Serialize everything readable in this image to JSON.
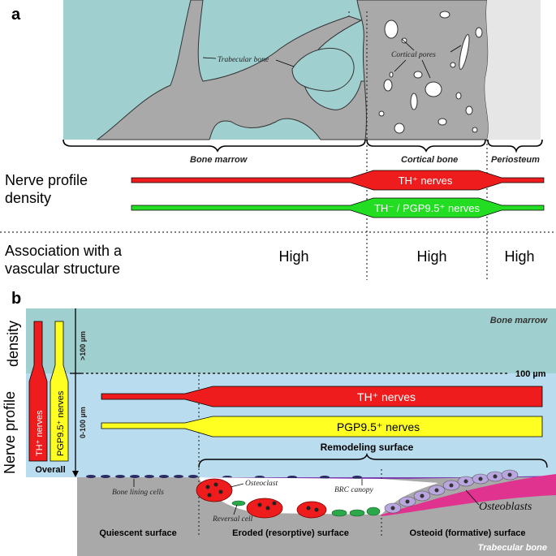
{
  "panel_a": {
    "letter": "a",
    "labels": {
      "trabecular_bone": "Trabecular bone",
      "cortical_pores": "Cortical pores",
      "bone_marrow": "Bone marrow",
      "cortical_bone": "Cortical bone",
      "periosteum": "Periosteum"
    },
    "nerve_profile_line1": "Nerve profile",
    "nerve_profile_line2": "density",
    "th_nerves": "TH⁺ nerves",
    "pgp_nerves": "TH⁻ / PGP9.5⁺ nerves",
    "association_line1": "Association with a",
    "association_line2": "vascular structure",
    "association_values": [
      "High",
      "High",
      "High"
    ],
    "colors": {
      "marrow": "#9fd0cf",
      "bone": "#a9a9a9",
      "periosteum": "#e6e6e6",
      "red": "#ee1c1c",
      "green": "#22dd22"
    }
  },
  "panel_b": {
    "letter": "b",
    "axis_label_line1": "Nerve profile",
    "axis_label_line2": "density",
    "depth_top": ">100 µm",
    "depth_bottom": "0-100 µm",
    "threshold": "100 µm",
    "overall_label": "Overall",
    "overall_th": "TH⁺ nerves",
    "overall_pgp": "PGP9.5⁺ nerves",
    "bone_marrow": "Bone marrow",
    "th_nerves": "TH⁺ nerves",
    "pgp_nerves": "PGP9.5⁺ nerves",
    "remodeling_surface": "Remodeling  surface",
    "bone_lining_cells": "Bone lining cells",
    "osteoclast": "Osteoclast",
    "reversal_cell": "Reversal cell",
    "brc_canopy": "BRC canopy",
    "osteoblasts": "Osteoblasts",
    "quiescent_surface": "Quiescent surface",
    "eroded_surface": "Eroded (resorptive) surface",
    "osteoid_surface": "Osteoid (formative) surface",
    "trabecular_bone": "Trabecular bone",
    "colors": {
      "marrow": "#9fd0cf",
      "zone": "#b9dcee",
      "bone": "#a9a9a9",
      "red": "#ee1c1c",
      "yellow": "#ffff22",
      "osteoid": "#e0338f",
      "osteoblast": "#b9a6e0",
      "reversal": "#2aa84a"
    }
  }
}
